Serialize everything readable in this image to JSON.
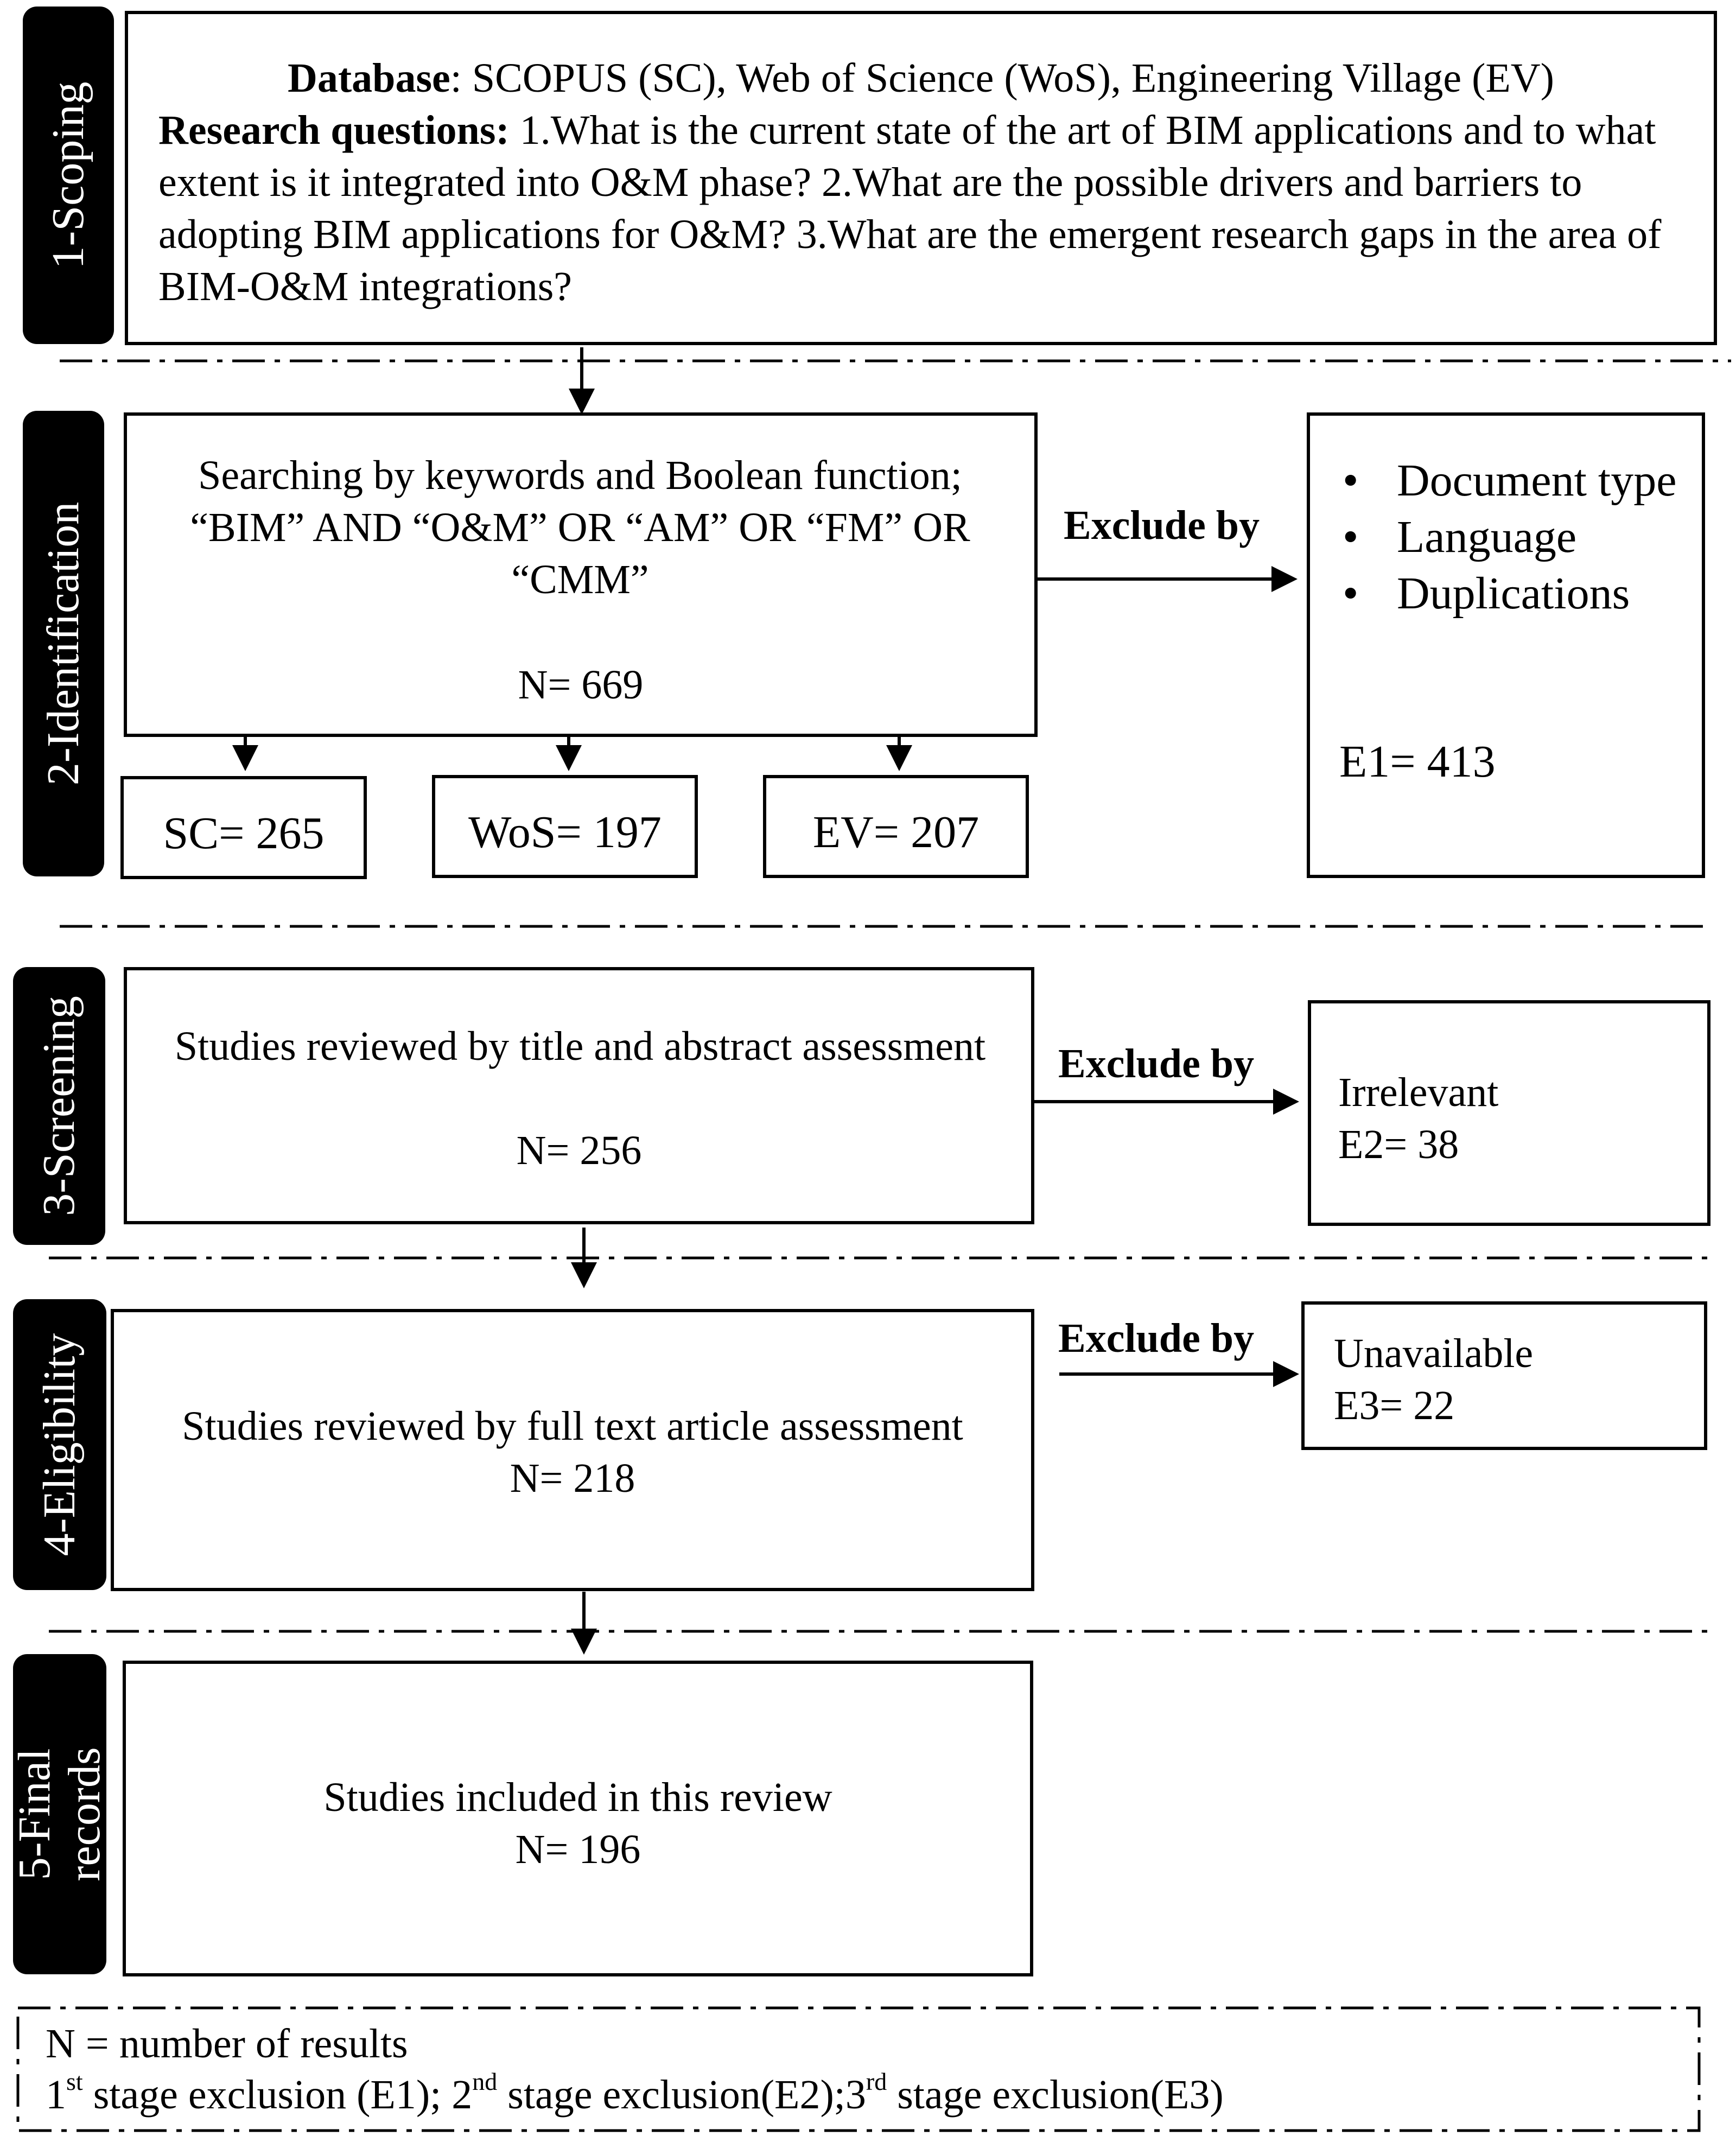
{
  "stages": [
    {
      "label": "1-Scoping"
    },
    {
      "label": "2-Identification"
    },
    {
      "label": "3-Screening"
    },
    {
      "label": "4-Eligibility"
    },
    {
      "label_line1": "5-Final",
      "label_line2": "records"
    }
  ],
  "scoping": {
    "database_label": "Database",
    "database_text": ": SCOPUS (SC), Web of Science (WoS), Engineering Village (EV)",
    "questions_label": "Research questions:",
    "questions_text": " 1.What is the current state of the art of BIM applications and to what extent is it integrated into O&M phase? 2.What are the possible drivers and barriers to adopting BIM applications for O&M? 3.What are the emergent research gaps in the area of BIM-O&M integrations?"
  },
  "identification": {
    "search_text": "Searching by keywords and Boolean function; “BIM” AND “O&M” OR “AM” OR “FM” OR “CMM”",
    "n": "N= 669",
    "exclude_label": "Exclude by",
    "sources": [
      "SC= 265",
      "WoS= 197",
      "EV= 207"
    ],
    "exclusion_items": [
      "Document type",
      "Language",
      "Duplications"
    ],
    "bullet": "•",
    "e1": "E1= 413"
  },
  "screening": {
    "text": "Studies reviewed by title and abstract assessment",
    "n": "N= 256",
    "exclude_label": "Exclude by",
    "reason": "Irrelevant",
    "e2": "E2= 38"
  },
  "eligibility": {
    "text": "Studies reviewed by full text article assessment",
    "n": "N= 218",
    "exclude_label": "Exclude by",
    "reason": "Unavailable",
    "e3": "E3= 22"
  },
  "final": {
    "text": "Studies included in this review",
    "n": "N= 196"
  },
  "legend": {
    "line1": "N = number of results",
    "e1_num": "1",
    "e1_sup": "st",
    "e1_text": " stage exclusion (E1); ",
    "e2_num": "2",
    "e2_sup": "nd",
    "e2_text": " stage exclusion(E2);",
    "e3_num": "3",
    "e3_sup": "rd",
    "e3_text": " stage exclusion(E3)"
  }
}
